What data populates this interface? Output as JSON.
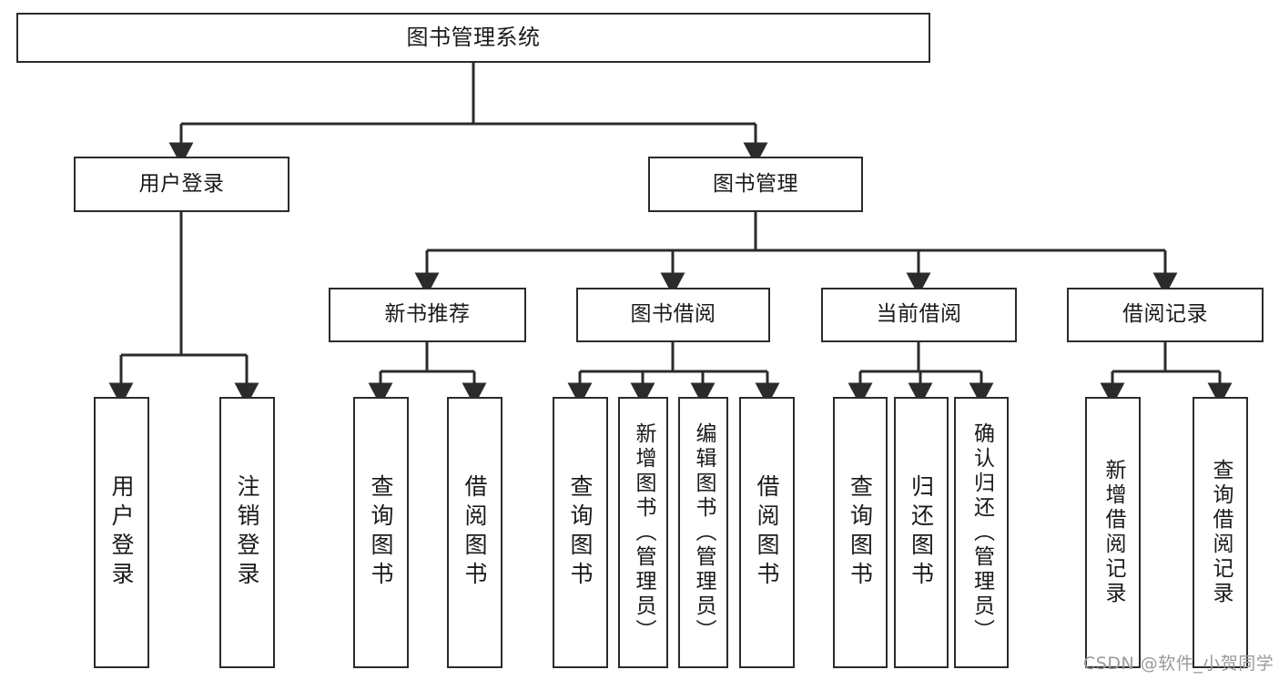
{
  "diagram": {
    "type": "tree",
    "title": "图书管理系统",
    "root": {
      "label": "图书管理系统"
    },
    "level2": [
      {
        "label": "用户登录"
      },
      {
        "label": "图书管理"
      }
    ],
    "level3": [
      {
        "label": "新书推荐"
      },
      {
        "label": "图书借阅"
      },
      {
        "label": "当前借阅"
      },
      {
        "label": "借阅记录"
      }
    ],
    "leaves": {
      "user_login": [
        {
          "label": "用户登录"
        },
        {
          "label": "注销登录"
        }
      ],
      "new_book_recommend": [
        {
          "label": "查询图书"
        },
        {
          "label": "借阅图书"
        }
      ],
      "book_borrow": [
        {
          "label": "查询图书"
        },
        {
          "label": "新增图书（管理员）"
        },
        {
          "label": "编辑图书（管理员）"
        },
        {
          "label": "借阅图书"
        }
      ],
      "current_borrow": [
        {
          "label": "查询图书"
        },
        {
          "label": "归还图书"
        },
        {
          "label": "确认归还（管理员）"
        }
      ],
      "borrow_record": [
        {
          "label": "新增借阅记录"
        },
        {
          "label": "查询借阅记录"
        }
      ]
    }
  },
  "watermark": {
    "text": "CSDN @软件_小贺同学"
  },
  "colors": {
    "line": "#2b2b2b",
    "box_fill": "#ffffff",
    "text": "#1a1a1a",
    "watermark": "#9a9a9a"
  }
}
